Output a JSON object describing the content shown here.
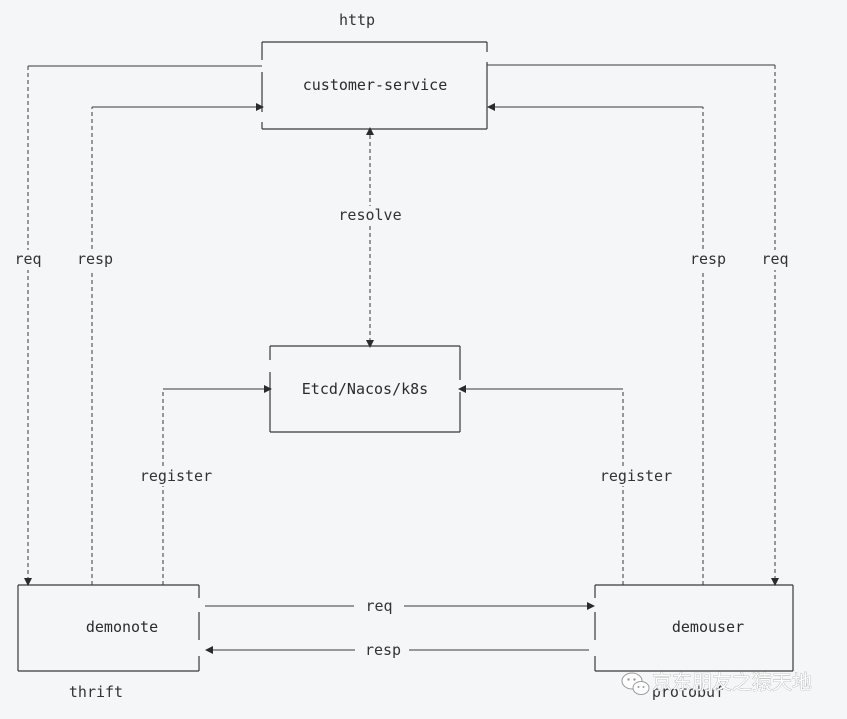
{
  "protocols": {
    "http": "http",
    "thrift": "thrift",
    "protobuf": "protobuf"
  },
  "nodes": {
    "customer_service": "customer-service",
    "registry": "Etcd/Nacos/k8s",
    "demonote": "demonote",
    "demouser": "demouser"
  },
  "edges": {
    "left_req": "req",
    "left_resp": "resp",
    "right_resp": "resp",
    "right_req": "req",
    "resolve": "resolve",
    "register_left": "register",
    "register_right": "register",
    "bottom_req": "req",
    "bottom_resp": "resp"
  },
  "watermark": {
    "text": "京东朋友之猿天地",
    "icon": "wechat-icon"
  },
  "colors": {
    "background": "#f5f6f7",
    "line": "#3a3a3a",
    "text": "#333333"
  }
}
